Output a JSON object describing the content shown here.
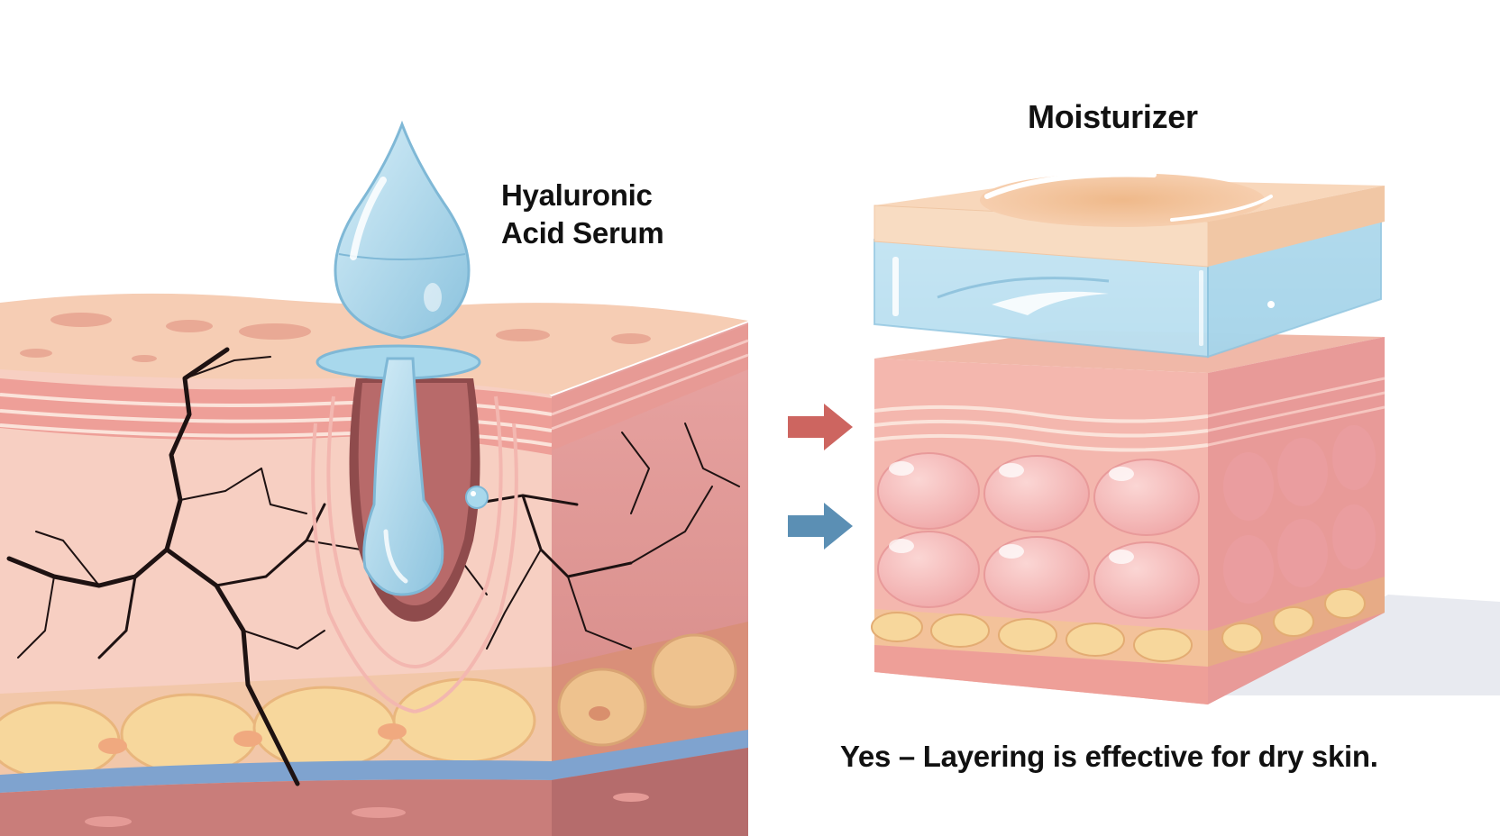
{
  "labels": {
    "serum_line1": "Hyaluronic",
    "serum_line2": "Acid Serum",
    "moisturizer": "Moisturizer",
    "caption": "Yes – Layering is effective for dry skin."
  },
  "icons": {
    "droplet": "water-droplet-icon",
    "arrow_top": "arrow-right-icon",
    "arrow_bottom": "arrow-right-icon"
  },
  "colors": {
    "water": "#a8d8ec",
    "water_edge": "#7fb8d6",
    "skin_surface": "#f6cdb4",
    "skin_layer": "#f3b4ad",
    "skin_deep": "#d98f8a",
    "fat_cell": "#f7d79c",
    "vessel_blue": "#7fa3cf",
    "crack": "#1e1212",
    "arrow_red": "#cd6560",
    "arrow_blue": "#5b8fb4",
    "cream": "#f8d7bb",
    "text": "#111111"
  }
}
